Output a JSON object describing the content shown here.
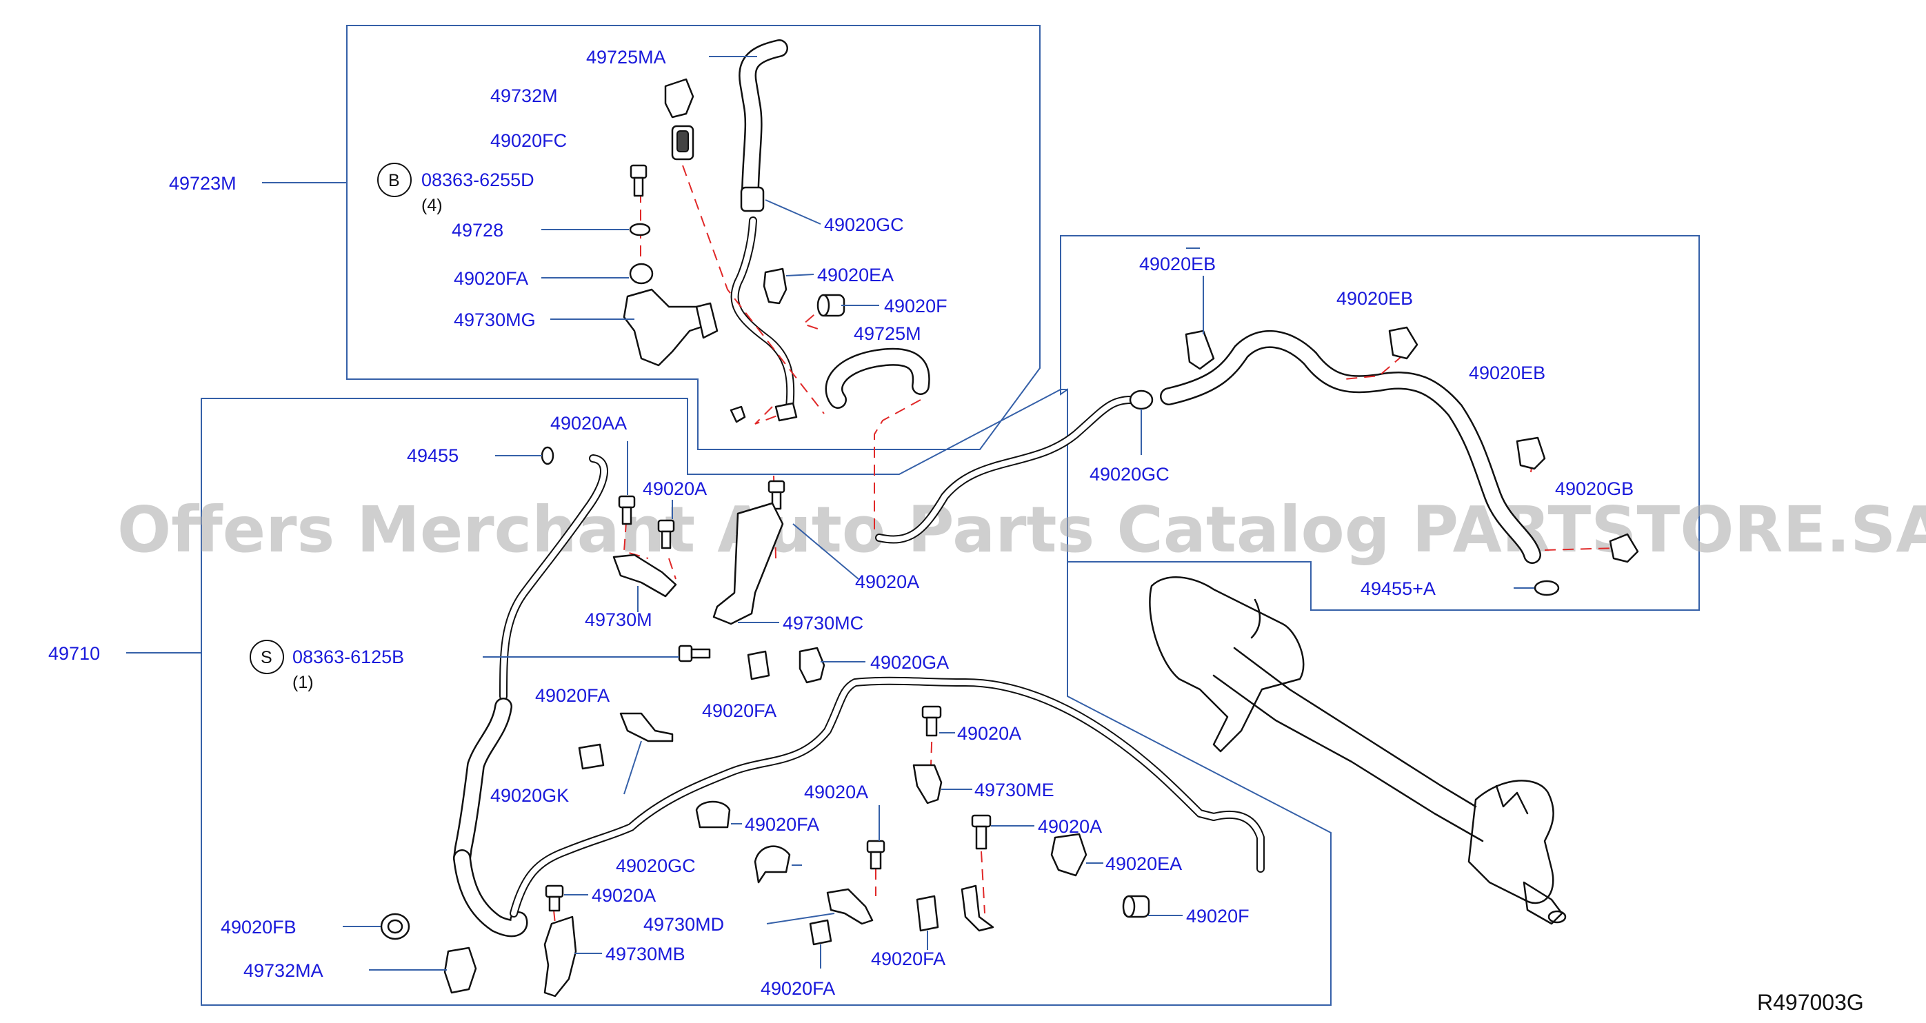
{
  "watermark": "Offers Merchant Auto Parts Catalog PARTSTORE.SA",
  "reference_code": "R497003G",
  "labels": {
    "p49725MA": "49725MA",
    "p49732M": "49732M",
    "p49020FC": "49020FC",
    "p49723M": "49723M",
    "bolt_b_code": "08363-6255D",
    "bolt_b_letter": "B",
    "bolt_b_qty": "(4)",
    "p49728": "49728",
    "p49020FA_top": "49020FA",
    "p49730MG": "49730MG",
    "p49020GC_top": "49020GC",
    "p49020EA_top": "49020EA",
    "p49020F_top": "49020F",
    "p49725M": "49725M",
    "p49020EB_1": "49020EB",
    "p49020EB_2": "49020EB",
    "p49020EB_3": "49020EB",
    "p49020GC_right": "49020GC",
    "p49020GB": "49020GB",
    "p49455A": "49455+A",
    "p49020AA": "49020AA",
    "p49455": "49455",
    "p49020A_1": "49020A",
    "p49020A_2": "49020A",
    "p49730M": "49730M",
    "p49730MC": "49730MC",
    "p49710": "49710",
    "bolt_s_code": "08363-6125B",
    "bolt_s_letter": "S",
    "bolt_s_qty": "(1)",
    "p49020GA": "49020GA",
    "p49020FA_mid": "49020FA",
    "p49020FA_left": "49020FA",
    "p49020GK": "49020GK",
    "p49020A_3": "49020A",
    "p49730ME": "49730ME",
    "p49020A_4": "49020A",
    "p49020FA_c1": "49020FA",
    "p49020A_5": "49020A",
    "p49020GC_low": "49020GC",
    "p49020EA_low": "49020EA",
    "p49020A_6": "49020A",
    "p49730MD": "49730MD",
    "p49020FB": "49020FB",
    "p49730MB": "49730MB",
    "p49732MA": "49732MA",
    "p49020F_low": "49020F",
    "p49020FA_c2": "49020FA",
    "p49020FA_c3": "49020FA"
  },
  "colors": {
    "label_text": "#1a1adb",
    "leader_line": "#3560a8",
    "dashed_connector": "#e02828",
    "watermark": "#a8a8a8"
  },
  "icons": [
    "bolt-icon",
    "washer-icon",
    "grommet-icon",
    "bracket-icon",
    "clamp-icon",
    "o-ring-icon",
    "hose-icon",
    "steering-gear-icon"
  ]
}
